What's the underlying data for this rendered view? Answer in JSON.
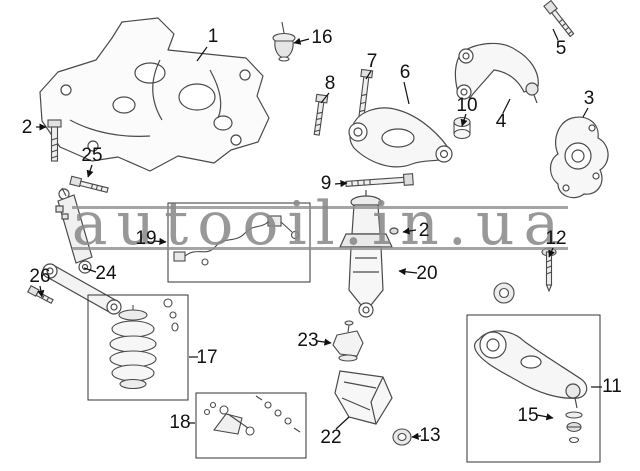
{
  "watermark": {
    "text": "autooil.in.ua"
  },
  "colors": {
    "background": "#ffffff",
    "line_art": "#4a4a4a",
    "box_border": "#333333",
    "label_text": "#111111",
    "watermark": "#8a8a8a"
  },
  "labels": [
    {
      "text": "1",
      "part": "subframe-crossmember"
    },
    {
      "text": "16",
      "part": "upper-ball-joint"
    },
    {
      "text": "2",
      "part": "bolt"
    },
    {
      "text": "25",
      "part": "bolt"
    },
    {
      "text": "8",
      "part": "bolt"
    },
    {
      "text": "7",
      "part": "bolt"
    },
    {
      "text": "6",
      "part": "suspension-arm"
    },
    {
      "text": "5",
      "part": "bolt"
    },
    {
      "text": "10",
      "part": "bushing"
    },
    {
      "text": "4",
      "part": "upper-control-arm"
    },
    {
      "text": "3",
      "part": "steering-knuckle"
    },
    {
      "text": "9",
      "part": "bolt-rod"
    },
    {
      "text": "2",
      "part": "bolt"
    },
    {
      "text": "12",
      "part": "bolt-with-bushing"
    },
    {
      "text": "19",
      "part": "height-sensor-harness-kit"
    },
    {
      "text": "20",
      "part": "air-strut"
    },
    {
      "text": "24",
      "part": "lateral-arm"
    },
    {
      "text": "26",
      "part": "bolt"
    },
    {
      "text": "17",
      "part": "air-spring-kit"
    },
    {
      "text": "23",
      "part": "cushion-mount"
    },
    {
      "text": "18",
      "part": "sensor-link-kit"
    },
    {
      "text": "22",
      "part": "protector-shield"
    },
    {
      "text": "13",
      "part": "grommet"
    },
    {
      "text": "11",
      "part": "rear-lower-control-arm-kit"
    },
    {
      "text": "15",
      "part": "ball-joint-hardware"
    }
  ]
}
